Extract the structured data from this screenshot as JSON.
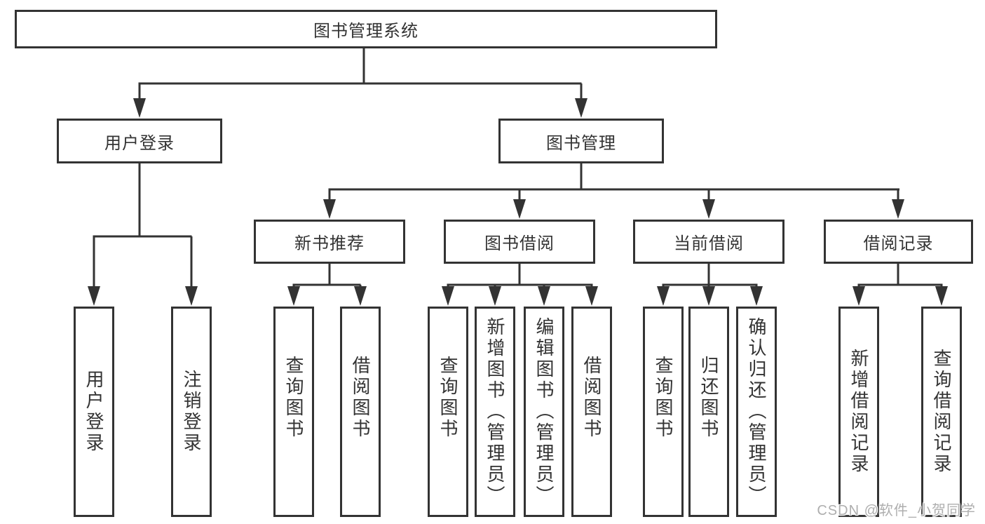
{
  "diagram": {
    "tree": {
      "root": "图书管理系统",
      "level2": {
        "user_login": "用户登录",
        "book_mgmt": "图书管理"
      },
      "user_login_children": {
        "login": "用户登录",
        "logout": "注销登录"
      },
      "book_mgmt_children": {
        "new_rec": "新书推荐",
        "borrow": "图书借阅",
        "current": "当前借阅",
        "records": "借阅记录"
      },
      "new_rec_children": {
        "query": "查询图书",
        "borrow": "借阅图书"
      },
      "borrow_children": {
        "query": "查询图书",
        "add": "新增图书（管理员）",
        "edit": "编辑图书（管理员）",
        "borrow": "借阅图书"
      },
      "current_children": {
        "query": "查询图书",
        "return": "归还图书",
        "confirm": "确认归还（管理员）"
      },
      "records_children": {
        "add": "新增借阅记录",
        "query": "查询借阅记录"
      }
    },
    "watermark": "CSDN @软件_小贺同学",
    "colors": {
      "line": "#333333",
      "box_border": "#333333",
      "text": "#333333",
      "watermark": "#aeaeae",
      "background": "#ffffff"
    }
  }
}
